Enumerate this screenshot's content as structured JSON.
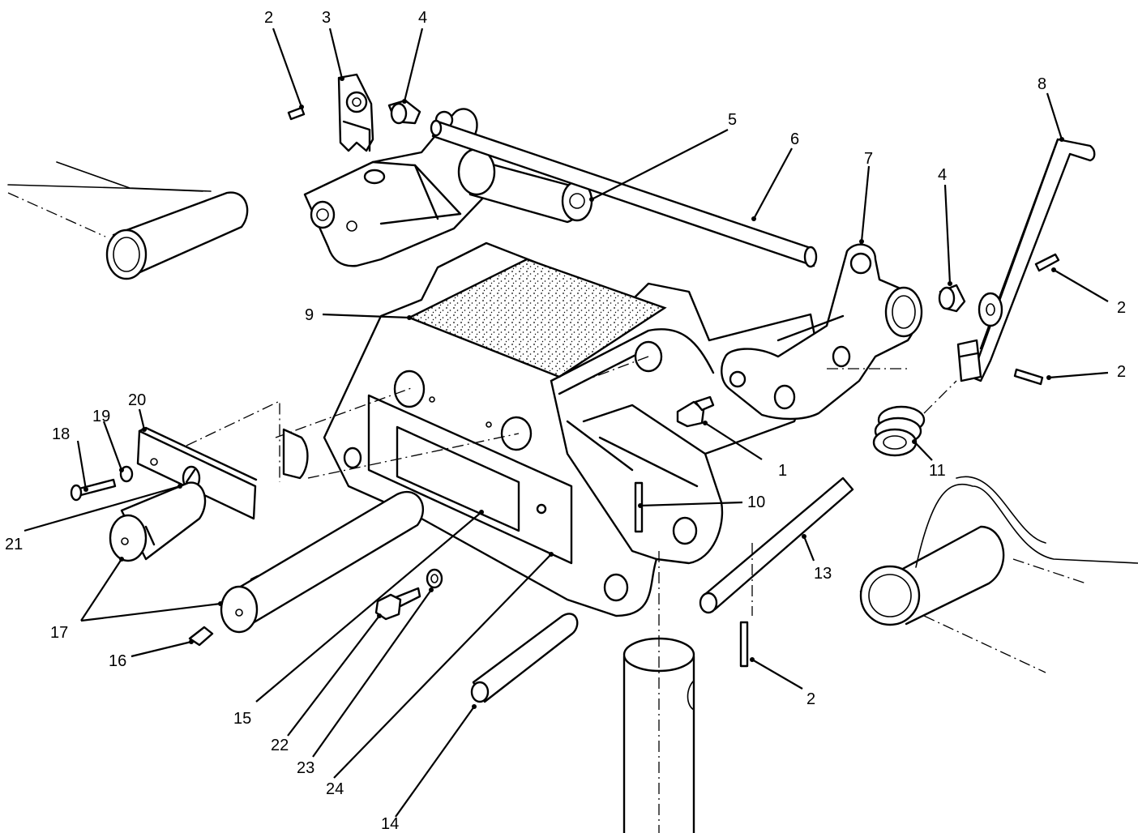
{
  "callouts": {
    "c1": "1",
    "c2a": "2",
    "c2b": "2",
    "c2c": "2",
    "c2d": "2",
    "c3": "3",
    "c4a": "4",
    "c4b": "4",
    "c5": "5",
    "c6": "6",
    "c7": "7",
    "c8": "8",
    "c9": "9",
    "c10": "10",
    "c11": "11",
    "c13": "13",
    "c14": "14",
    "c15": "15",
    "c16": "16",
    "c17": "17",
    "c18": "18",
    "c19": "19",
    "c20": "20",
    "c21": "21",
    "c22": "22",
    "c23": "23",
    "c24": "24"
  },
  "colors": {
    "line": "#000000",
    "background": "#ffffff"
  }
}
